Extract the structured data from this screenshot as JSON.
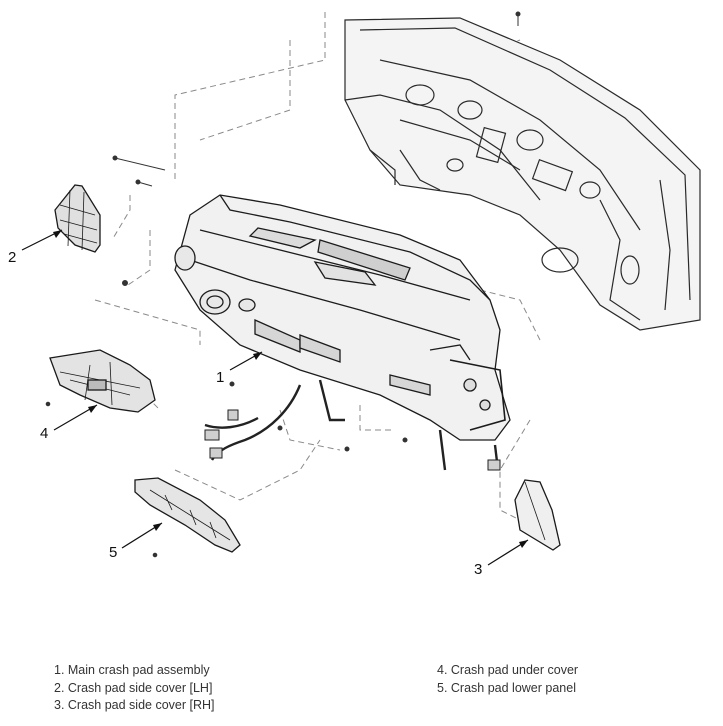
{
  "callouts": [
    "1",
    "2",
    "3",
    "4",
    "5"
  ],
  "legend": {
    "left": [
      "1. Main crash pad assembly",
      "2. Crash pad side cover [LH]",
      "3. Crash pad side cover [RH]"
    ],
    "right": [
      "4. Crash pad under cover",
      "5. Crash pad lower panel"
    ]
  }
}
